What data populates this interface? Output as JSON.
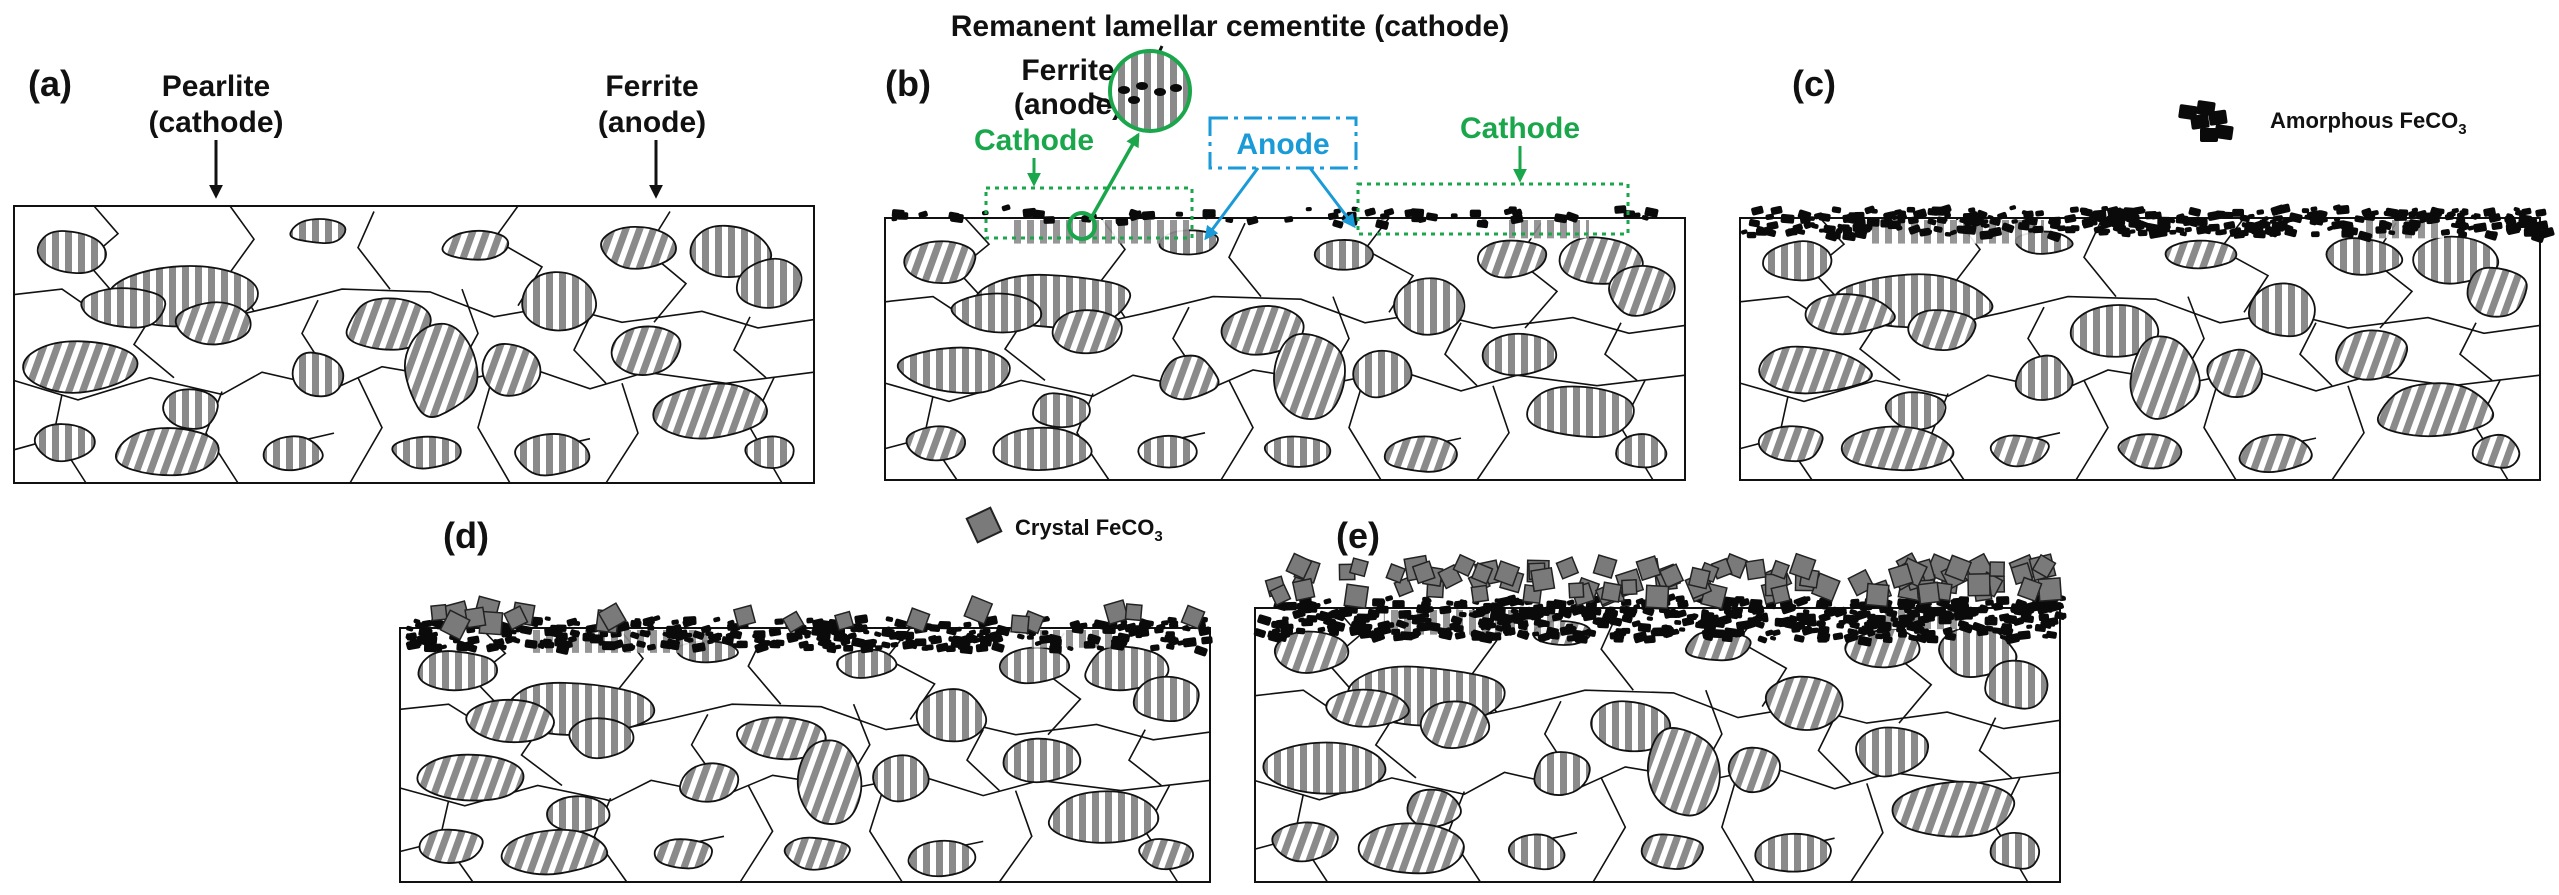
{
  "panels": [
    {
      "id": "a",
      "label": "(a)"
    },
    {
      "id": "b",
      "label": "(b)"
    },
    {
      "id": "c",
      "label": "(c)"
    },
    {
      "id": "d",
      "label": "(d)"
    },
    {
      "id": "e",
      "label": "(e)"
    }
  ],
  "annotations": {
    "pearlite_line1": "Pearlite",
    "pearlite_line2": "(cathode)",
    "ferrite_a_line1": "Ferrite",
    "ferrite_a_line2": "(anode)",
    "remanent": "Remanent lamellar cementite (cathode)",
    "ferrite_b_line1": "Ferrite",
    "ferrite_b_line2": "(anode)",
    "cathode_left": "Cathode",
    "anode": "Anode",
    "cathode_right": "Cathode"
  },
  "legend": {
    "amorphous_main": "Amorphous FeCO",
    "amorphous_sub": "3",
    "crystal_main": "Crystal FeCO",
    "crystal_sub": "3"
  },
  "colors": {
    "stripe_gray": "#8a8a8a",
    "outline": "#111111",
    "cathode_green": "#1aa64a",
    "anode_blue": "#1a9ad6",
    "amorphous_black": "#0a0a0a",
    "crystal_gray": "#7a7a7a"
  }
}
